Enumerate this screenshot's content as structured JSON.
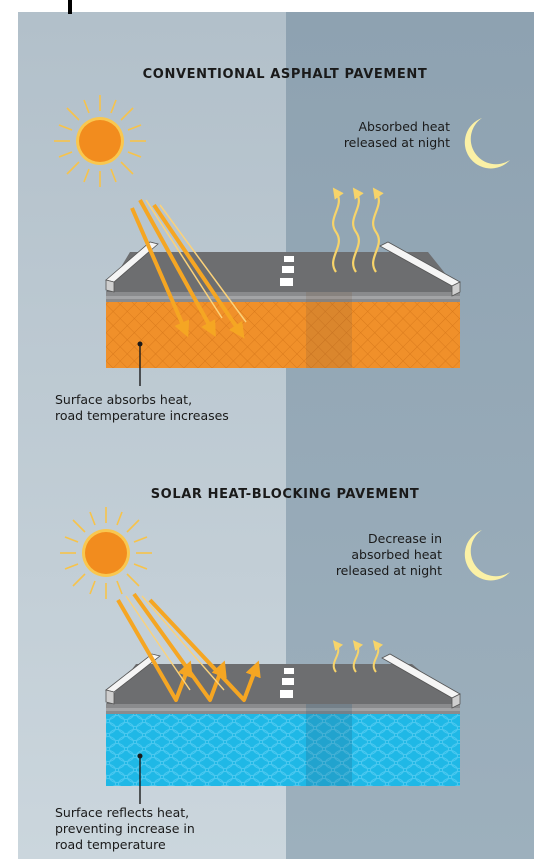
{
  "sections": [
    {
      "title": "CONVENTIONAL ASPHALT PAVEMENT",
      "night_label": "Absorbed heat\nreleased at night",
      "caption": "Surface absorbs heat,\nroad temperature increases"
    },
    {
      "title": "SOLAR HEAT-BLOCKING PAVEMENT",
      "night_label": "Decrease in\nabsorbed heat\nreleased at night",
      "caption": "Surface reflects heat,\npreventing increase in\nroad temperature"
    }
  ],
  "colors": {
    "day_panel": "#b9c7d0",
    "night_panel": "#93a7b5",
    "sun": "#f28c1e",
    "sun_rays": "#f7c34a",
    "heat_arrows": "#f5a623",
    "moon": "#fbf1a6",
    "road_surface": "#6d6e70",
    "asphalt_body": "#f0902a",
    "blocking_body": "#1fb8e6",
    "curb": "#e9e9e9"
  },
  "icons": [
    "sun-icon",
    "moon-icon",
    "heat-wave-icon",
    "incoming-ray-arrow",
    "reflected-ray-arrow"
  ]
}
